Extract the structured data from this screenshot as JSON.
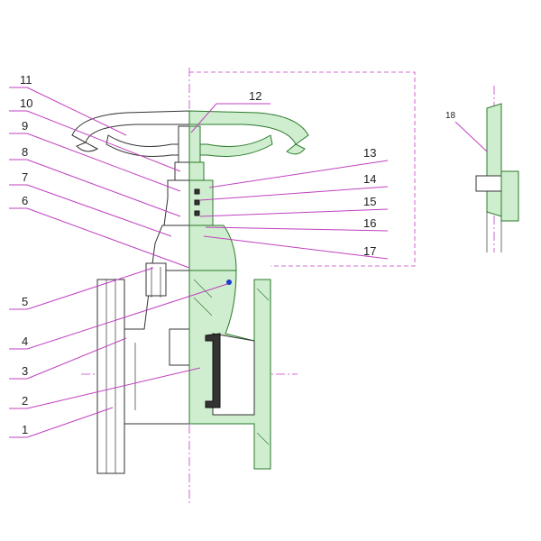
{
  "drawing": {
    "title": "",
    "callouts": [
      {
        "id": "1",
        "text": "1"
      },
      {
        "id": "2",
        "text": "2"
      },
      {
        "id": "3",
        "text": "3"
      },
      {
        "id": "4",
        "text": "4"
      },
      {
        "id": "5",
        "text": "5"
      },
      {
        "id": "6",
        "text": "6"
      },
      {
        "id": "7",
        "text": "7"
      },
      {
        "id": "8",
        "text": "8"
      },
      {
        "id": "9",
        "text": "9"
      },
      {
        "id": "10",
        "text": "10"
      },
      {
        "id": "11",
        "text": "11"
      },
      {
        "id": "12",
        "text": "12"
      },
      {
        "id": "13",
        "text": "13"
      },
      {
        "id": "14",
        "text": "14"
      },
      {
        "id": "15",
        "text": "15"
      },
      {
        "id": "16",
        "text": "16"
      },
      {
        "id": "17",
        "text": "17"
      },
      {
        "id": "18",
        "text": "18"
      }
    ],
    "colors": {
      "section_fill": "#cfeecf",
      "section_stroke": "#2a7a2a",
      "leader_line": "#c040c0",
      "outline": "#333333"
    }
  }
}
